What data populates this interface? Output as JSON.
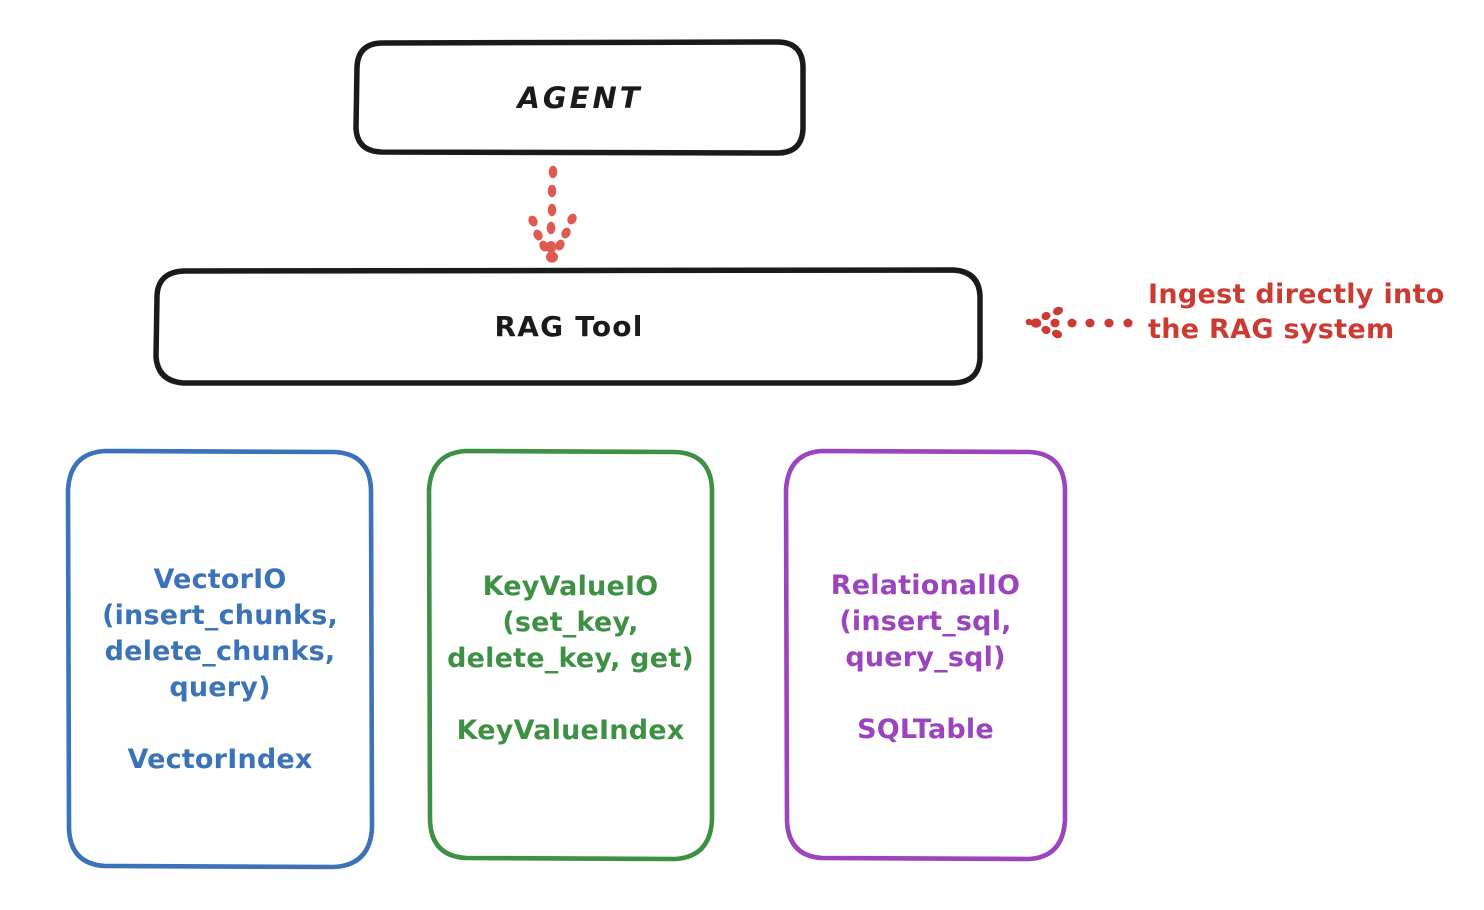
{
  "diagram": {
    "title_node": {
      "id": "agent",
      "label": "AGENT",
      "color": "#1a1a1a"
    },
    "tool_node": {
      "id": "rag-tool",
      "label": "RAG Tool",
      "color": "#1a1a1a"
    },
    "leaf_nodes": [
      {
        "id": "vectorio",
        "label": "VectorIO\n(insert_chunks,\ndelete_chunks,\nquery)\n\nVectorIndex",
        "api_name": "VectorIO",
        "methods": [
          "insert_chunks",
          "delete_chunks",
          "query"
        ],
        "index_name": "VectorIndex",
        "color": "#3B72B8"
      },
      {
        "id": "keyvalueio",
        "label": "KeyValueIO\n(set_key,\ndelete_key, get)\n\nKeyValueIndex",
        "api_name": "KeyValueIO",
        "methods": [
          "set_key",
          "delete_key",
          "get"
        ],
        "index_name": "KeyValueIndex",
        "color": "#3E9144"
      },
      {
        "id": "relationalio",
        "label": "RelationalIO\n(insert_sql,\nquery_sql)\n\nSQLTable",
        "api_name": "RelationalIO",
        "methods": [
          "insert_sql",
          "query_sql"
        ],
        "index_name": "SQLTable",
        "color": "#9B44BE"
      }
    ],
    "annotations": [
      {
        "id": "ingest-note",
        "text": "Ingest directly into\nthe RAG system",
        "color": "#CC3B33"
      }
    ],
    "connectors": [
      {
        "id": "agent-to-ragtool",
        "from": "agent",
        "to": "rag-tool",
        "style": "dotted-arrow",
        "color": "#E05A52"
      },
      {
        "id": "ingest-to-ragtool",
        "from": "ingest-note",
        "to": "rag-tool",
        "style": "dotted-arrow",
        "color": "#CC3B33"
      }
    ],
    "background_color": "#ffffff"
  }
}
